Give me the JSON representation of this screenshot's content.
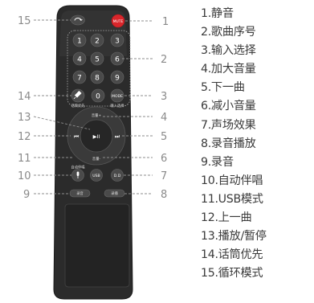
{
  "callouts": [
    "1",
    "2",
    "3",
    "4",
    "5",
    "6",
    "7",
    "8",
    "9",
    "10",
    "11",
    "12",
    "13",
    "14",
    "15"
  ],
  "legend": [
    "1.静音",
    "2.歌曲序号",
    "3.输入选择",
    "4.加大音量",
    "5.下一曲",
    "6.减小音量",
    "7.声场效果",
    "8.录音播放",
    "9.录音",
    "10.自动伴唱",
    "11.USB模式",
    "12.上一曲",
    "13.播放/暂停",
    "14.话筒优先",
    "15.循环模式"
  ],
  "remote": {
    "mute_key": "MUTE",
    "digits": [
      "1",
      "2",
      "3",
      "4",
      "5",
      "6",
      "7",
      "8",
      "9",
      "0"
    ],
    "mode_key": "MODE",
    "mic_caption": "话筒优先",
    "mode_caption": "输入选择",
    "vol_up_caption": "音量+",
    "vol_down_caption": "音量-",
    "auto_caption": "自动伴唱",
    "prev_symbol": "⏮",
    "next_symbol": "⏭",
    "play_symbol": "▶II",
    "usb_key": "USB",
    "dsp_key": "D.D",
    "rec_caption": "录音",
    "rec_play_caption": "录播",
    "colors": {
      "body": "#2b2b2b",
      "key": "#4a4a4a",
      "mute": "#d9262b",
      "line": "#8c8c8c"
    }
  }
}
